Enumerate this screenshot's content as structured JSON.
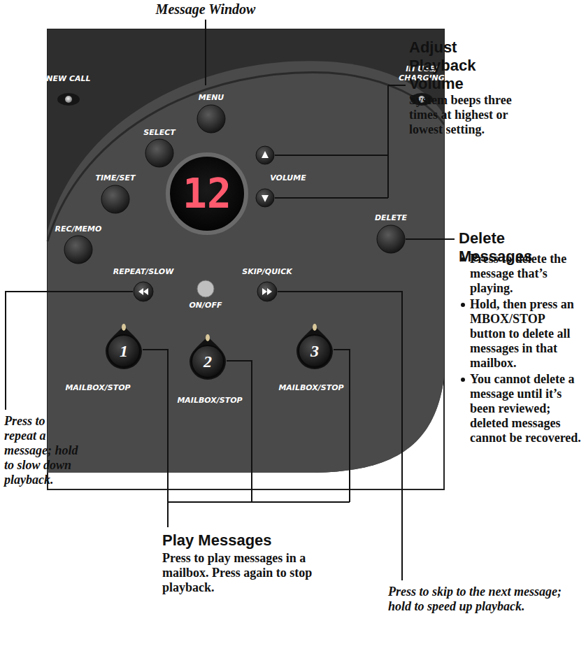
{
  "diagram": {
    "nodes": [
      {
        "text": [
          "12"
        ]
      },
      {
        "text": [
          "1"
        ]
      },
      {
        "text": [
          "2"
        ]
      },
      {
        "text": [
          "3"
        ]
      }
    ],
    "labels": [
      "Message Window",
      "NEW CALL",
      "IN USE/ CHARGING",
      "MENU",
      "SELECT",
      "TIME/SET",
      "VOLUME",
      "REC/MEMO",
      "DELETE",
      "REPEAT/SLOW",
      "SKIP/QUICK",
      "ON/OFF",
      "MAILBOX/STOP",
      "MAILBOX/STOP",
      "MAILBOX/STOP",
      "Adjust Playback Volume",
      "System beeps three times at highest or lowest setting.",
      "Delete Messages",
      "Press to delete the message that’s playing.",
      "Hold, then press an MBOX/STOP button to delete all messages in that mailbox.",
      "You cannot delete a message until it’s been reviewed; deleted messages cannot be recovered.",
      "Press to repeat a message; hold to slow down playback.",
      "Play Messages",
      "Press to play messages in a mailbox. Press again to stop playback.",
      "Press to skip to the next message; hold to speed up playback."
    ]
  }
}
